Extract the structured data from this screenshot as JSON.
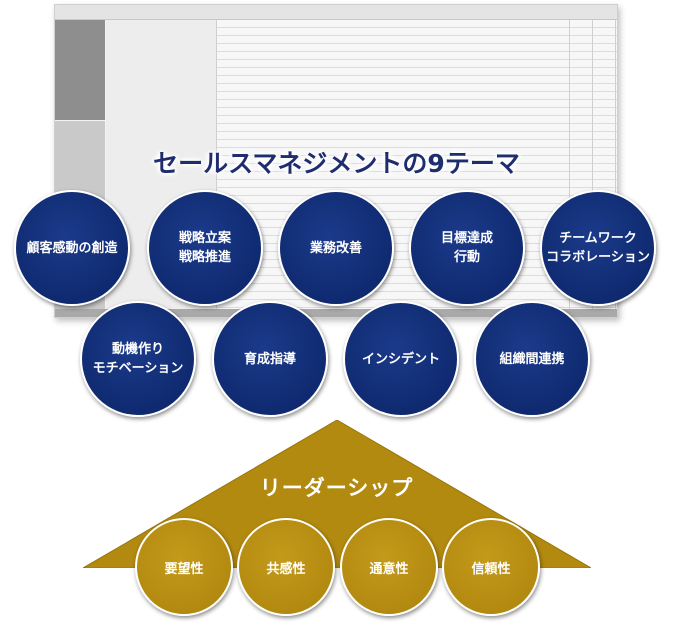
{
  "title": "セールスマネジメントの9テーマ",
  "themes": [
    {
      "label": "顧客感動の創造"
    },
    {
      "label": "戦略立案\n戦略推進"
    },
    {
      "label": "業務改善"
    },
    {
      "label": "目標達成\n行動"
    },
    {
      "label": "チームワーク\nコラボレーション"
    },
    {
      "label": "動機作り\nモチベーション"
    },
    {
      "label": "育成指導"
    },
    {
      "label": "インシデント"
    },
    {
      "label": "組織間連携"
    }
  ],
  "leadership": {
    "label": "リーダーシップ",
    "pillars": [
      {
        "label": "要望性"
      },
      {
        "label": "共感性"
      },
      {
        "label": "通意性"
      },
      {
        "label": "信頼性"
      }
    ]
  },
  "colors": {
    "theme_circle": "#0f2a70",
    "leadership_gold": "#b38a10",
    "title_text": "#1e2d6e"
  }
}
